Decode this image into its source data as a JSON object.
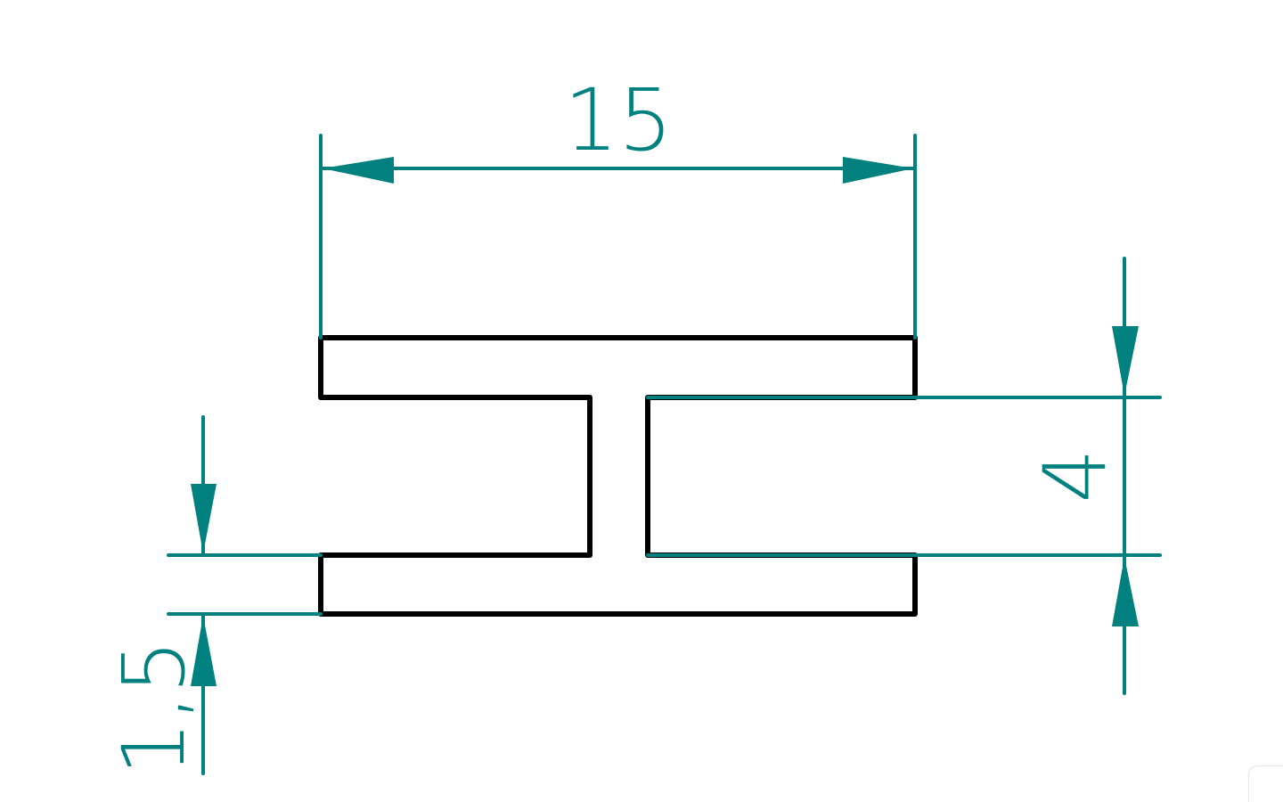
{
  "drawing": {
    "shape": "H-profile",
    "dimension_color": "#00807f",
    "outline_color": "#000000",
    "dimensions": {
      "width_label": "15",
      "web_height_label": "4",
      "flange_thickness_label": "1,5"
    }
  }
}
